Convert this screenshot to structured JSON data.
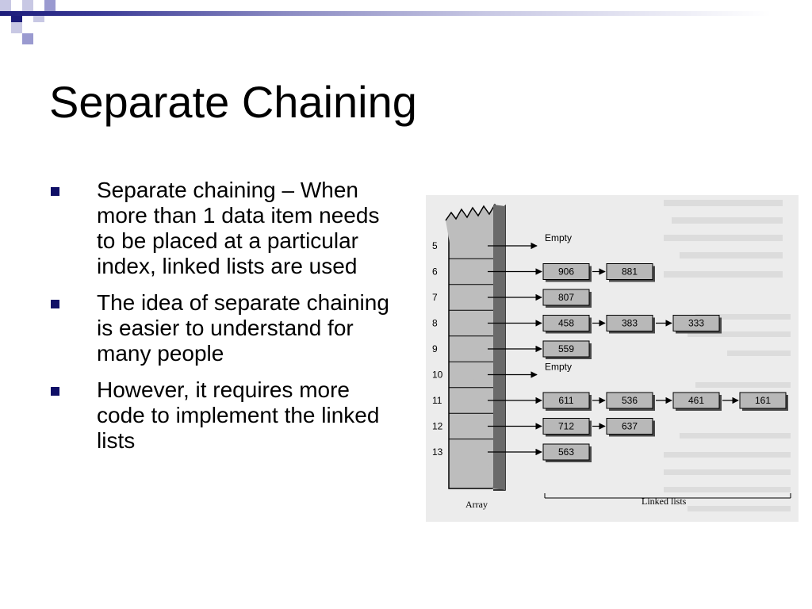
{
  "slide": {
    "title": "Separate Chaining",
    "bullets": [
      "Separate chaining – When more than 1 data item needs to be placed at a particular index, linked lists are used",
      "The idea of separate chaining is easier to understand for many people",
      "However, it requires more code to implement the linked lists"
    ]
  },
  "figure": {
    "rows": [
      {
        "index": "5",
        "chain": [
          "Empty"
        ]
      },
      {
        "index": "6",
        "chain": [
          "906",
          "881"
        ]
      },
      {
        "index": "7",
        "chain": [
          "807"
        ]
      },
      {
        "index": "8",
        "chain": [
          "458",
          "383",
          "333"
        ]
      },
      {
        "index": "9",
        "chain": [
          "559"
        ]
      },
      {
        "index": "10",
        "chain": [
          "Empty"
        ]
      },
      {
        "index": "11",
        "chain": [
          "611",
          "536",
          "461",
          "161"
        ]
      },
      {
        "index": "12",
        "chain": [
          "712",
          "637"
        ]
      },
      {
        "index": "13",
        "chain": [
          "563"
        ]
      }
    ],
    "array_caption": "Array",
    "linked_caption": "Linked lists"
  },
  "colors": {
    "title_bar_dark": "#1c1c7a",
    "bullet_mark": "#0f0f66",
    "figure_bg": "#ececec"
  }
}
